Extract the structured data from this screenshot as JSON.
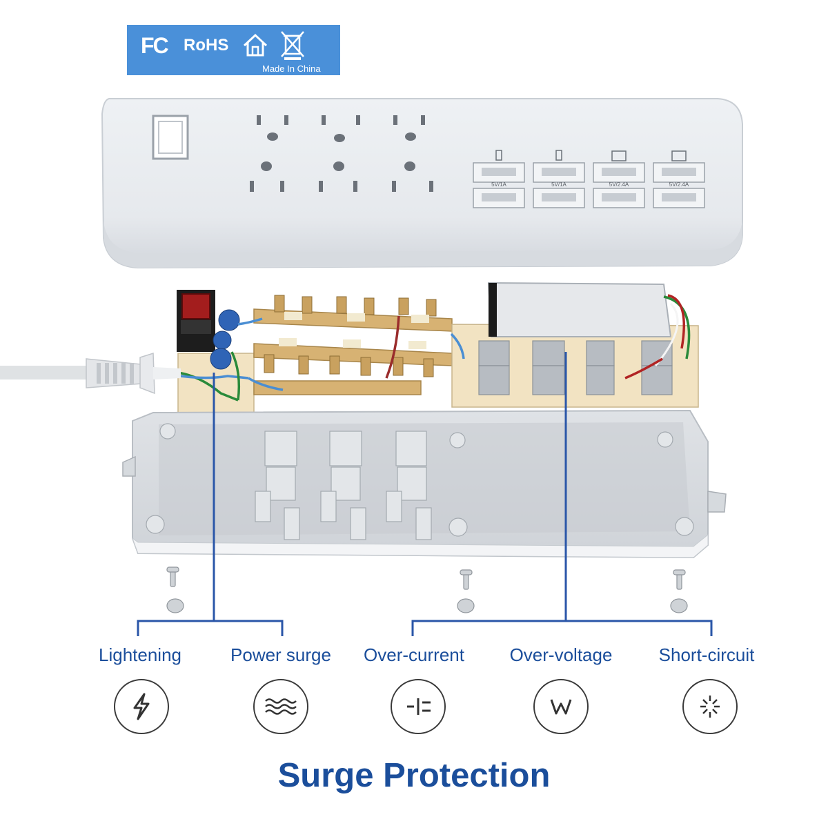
{
  "certification": {
    "fc": "FC",
    "rohs": "RoHS",
    "origin": "Made In China",
    "colors": {
      "badge": "#4a90d9",
      "text": "#ffffff"
    }
  },
  "usb_ports": [
    {
      "device": "phone-icon",
      "rating": "5V/1A"
    },
    {
      "device": "phone-icon",
      "rating": "5V/1A"
    },
    {
      "device": "tablet-icon",
      "rating": "5V/2.4A"
    },
    {
      "device": "tablet-icon",
      "rating": "5V/2.4A"
    }
  ],
  "features": [
    {
      "label": "Lightening",
      "icon": "lightning-icon"
    },
    {
      "label": "Power surge",
      "icon": "waves-icon"
    },
    {
      "label": "Over-current",
      "icon": "over-current-icon"
    },
    {
      "label": "Over-voltage",
      "icon": "over-voltage-icon"
    },
    {
      "label": "Short-circuit",
      "icon": "short-circuit-icon"
    }
  ],
  "title": "Surge Protection",
  "colors": {
    "accent": "#1b4e9b",
    "connector": "#2a56a8",
    "housing": "#e8ebee"
  }
}
